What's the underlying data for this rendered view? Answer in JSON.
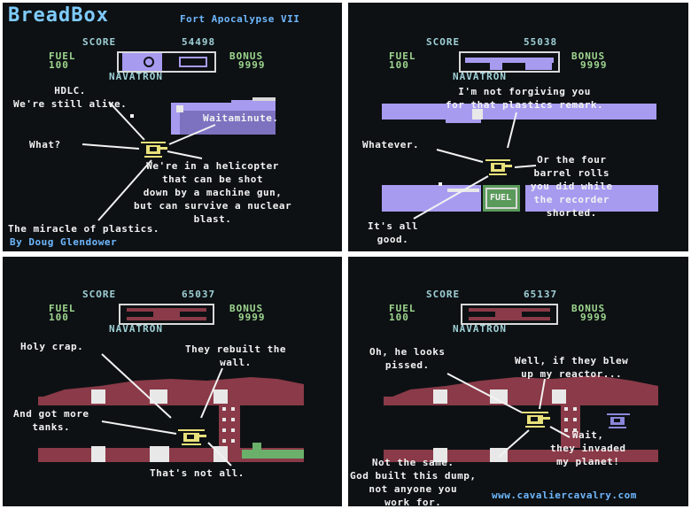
{
  "header": {
    "logo": "BreadBox",
    "game_title": "Fort Apocalypse VII",
    "credit": "By Doug Glendower",
    "site": "www.cavaliercavalry.com"
  },
  "hud_labels": {
    "score": "SCORE",
    "fuel": "FUEL",
    "bonus": "BONUS",
    "navatron": "NAVATRON"
  },
  "panels": [
    {
      "score": "54498",
      "fuel": "100",
      "bonus": "9999",
      "captions": [
        "HDLC.\nWe're still alive.",
        "Waitaminute.",
        "What?",
        "We're in a helicopter\nthat can be shot\ndown by a machine gun,\nbut can survive a nuclear\nblast.",
        "The miracle of plastics."
      ]
    },
    {
      "score": "55038",
      "fuel": "100",
      "bonus": "9999",
      "captions": [
        "I'm not forgiving you\nfor that plastics remark.",
        "Whatever.",
        "Or the four\nbarrel rolls\nyou did while\nthe recorder\nshorted.",
        "It's all\ngood."
      ],
      "sign": "FUEL"
    },
    {
      "score": "65037",
      "fuel": "100",
      "bonus": "9999",
      "captions": [
        "Holy crap.",
        "They rebuilt the\nwall.",
        "And got more\ntanks.",
        "That's not all."
      ]
    },
    {
      "score": "65137",
      "fuel": "100",
      "bonus": "9999",
      "captions": [
        "Oh, he looks\npissed.",
        "Well, if they blew\nup my reactor...",
        "Wait,\nthey invaded\nmy planet!",
        "Not the same.\nGod built this dump,\nnot anyone you\nwork for."
      ]
    }
  ],
  "colors": {
    "background": "#0d1114",
    "lavender_terrain": "#a79bf0",
    "maroon_terrain": "#8a3a48",
    "helicopter": "#e8e07a",
    "score_text": "#9fd0d6",
    "fuel_text": "#9ed68f",
    "logo": "#7ecbff"
  }
}
